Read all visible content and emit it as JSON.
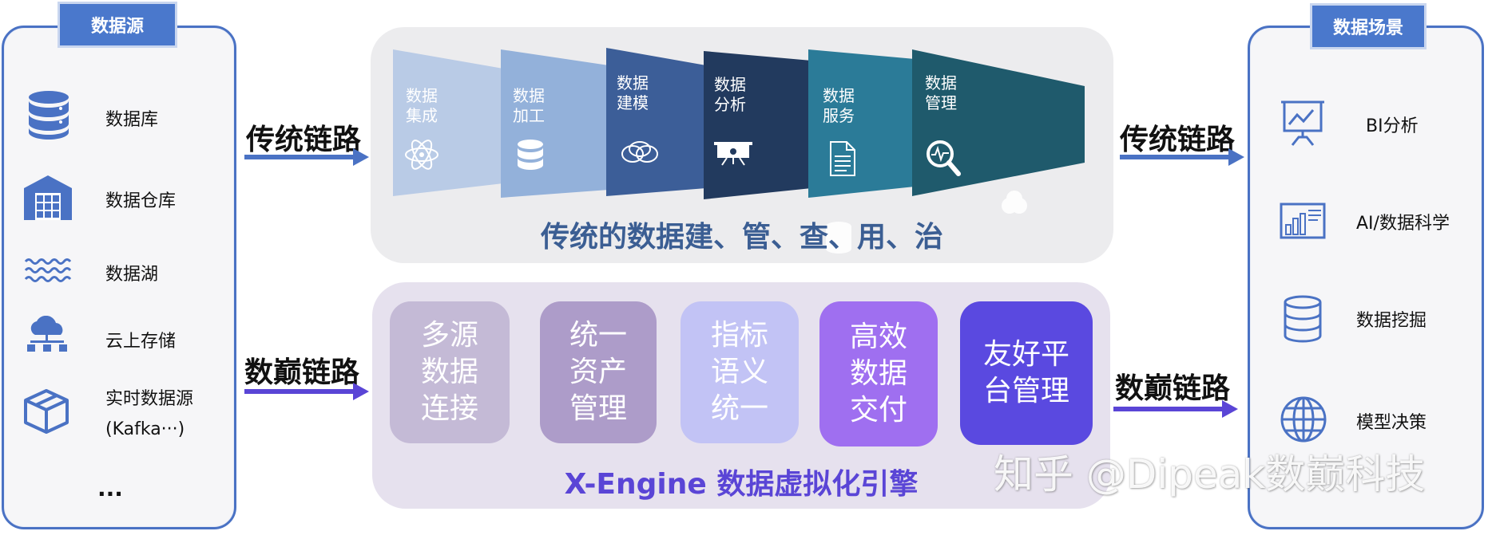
{
  "left_panel": {
    "title": "数据源",
    "items": [
      {
        "label": "数据库",
        "icon": "database-icon"
      },
      {
        "label": "数据仓库",
        "icon": "warehouse-icon"
      },
      {
        "label": "数据湖",
        "icon": "waves-icon"
      },
      {
        "label": "云上存储",
        "icon": "cloud-network-icon"
      },
      {
        "label_line1": "实时数据源",
        "label_line2": "(Kafka···)",
        "icon": "cube-icon"
      }
    ],
    "more": "..."
  },
  "right_panel": {
    "title": "数据场景",
    "items": [
      {
        "label": "BI分析",
        "icon": "presentation-chart-icon"
      },
      {
        "label": "AI/数据科学",
        "icon": "bar-chart-icon"
      },
      {
        "label": "数据挖掘",
        "icon": "database-icon"
      },
      {
        "label": "模型决策",
        "icon": "globe-icon"
      }
    ]
  },
  "routes": {
    "traditional": "传统链路",
    "dipeak": "数巅链路"
  },
  "traditional": {
    "caption": "传统的数据建、管、查、用、治",
    "stages": [
      {
        "label": "数据\n集成",
        "color": "#b9cbe6",
        "icon": "atom-icon"
      },
      {
        "label": "数据\n加工",
        "color": "#93b1da",
        "icon": "database-icon"
      },
      {
        "label": "数据\n建模",
        "color": "#3c5e98",
        "icon": "venn-icon"
      },
      {
        "label": "数据\n分析",
        "color": "#223a5e",
        "icon": "presentation-icon"
      },
      {
        "label": "数据\n服务",
        "color": "#2b7b98",
        "icon": "document-icon"
      },
      {
        "label": "数据\n管理",
        "color": "#1f5a6c",
        "icon": "magnifier-pulse-icon"
      }
    ]
  },
  "engine": {
    "caption": "X-Engine 数据虚拟化引擎",
    "tiles": [
      {
        "label": "多源\n数据\n连接",
        "color": "#c4bad6"
      },
      {
        "label": "统一\n资产\n管理",
        "color": "#ad9cc9"
      },
      {
        "label": "指标\n语义\n统一",
        "color": "#c2c3f5"
      },
      {
        "label": "高效\n数据\n交付",
        "color": "#9f6ff0"
      },
      {
        "label": "友好平\n台管理",
        "color": "#5a49e0"
      }
    ]
  },
  "watermark": "知乎 @Dipeak数巅科技",
  "colors": {
    "panel_border": "#4a72c4",
    "traditional_arrow": "#4a72c4",
    "dipeak_arrow": "#5a45d6"
  }
}
